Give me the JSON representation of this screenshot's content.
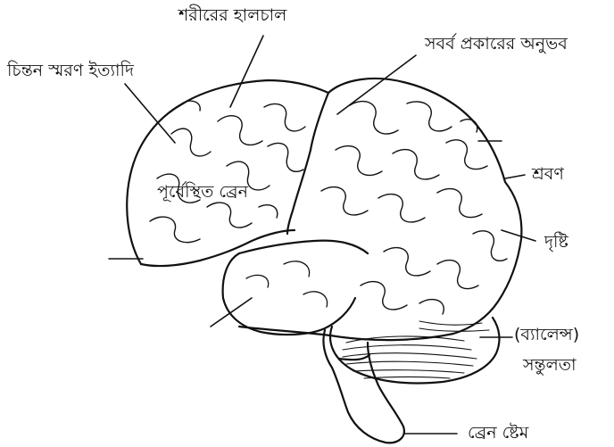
{
  "labels": {
    "body_state": "শরীরের হালচাল",
    "thinking_memory": "চিন্তন স্মরণ ইত্যাদি",
    "all_sensations": "সবর্ব প্রকারের অনুভব",
    "frontal_brain": "পূর্বেস্থিত ব্রেন",
    "hearing": "শ্রবণ",
    "vision": "দৃষ্টি",
    "balance_en": "(ব্যালেন্স)",
    "balance_bn": "সন্তুলতা",
    "brain_stem": "ব্রেন ষ্টেম"
  },
  "colors": {
    "ink": "#111111",
    "background": "#ffffff"
  }
}
